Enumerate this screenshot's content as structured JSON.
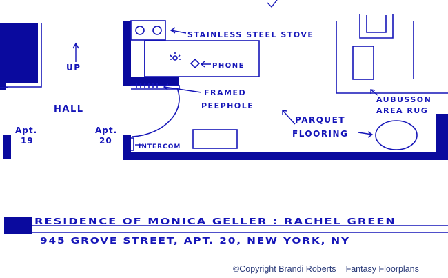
{
  "plan": {
    "rooms": {
      "hall": "HALL",
      "up": "UP",
      "apt19_line1": "Apt.",
      "apt19_line2": "19",
      "apt20_line1": "Apt.",
      "apt20_line2": "20"
    },
    "callouts": {
      "stove": "STAINLESS STEEL STOVE",
      "phone": "PHONE",
      "peephole_line1": "FRAMED",
      "peephole_line2": "PEEPHOLE",
      "parquet_line1": "PARQUET",
      "parquet_line2": "FLOORING",
      "intercom": "INTERCOM",
      "rug_line1": "AUBUSSON",
      "rug_line2": "AREA RUG"
    },
    "title_block": {
      "residence": "RESIDENCE OF MONICA GELLER : RACHEL GREEN",
      "address": "945 GROVE STREET, APT. 20, NEW YORK, NY"
    }
  },
  "footer": {
    "copyright": "©Copyright Brandi Roberts",
    "brand": "Fantasy Floorplans"
  },
  "colors": {
    "ink": "#1515b8",
    "wall": "#0a0a9e",
    "footer_text": "#2a3a78"
  }
}
